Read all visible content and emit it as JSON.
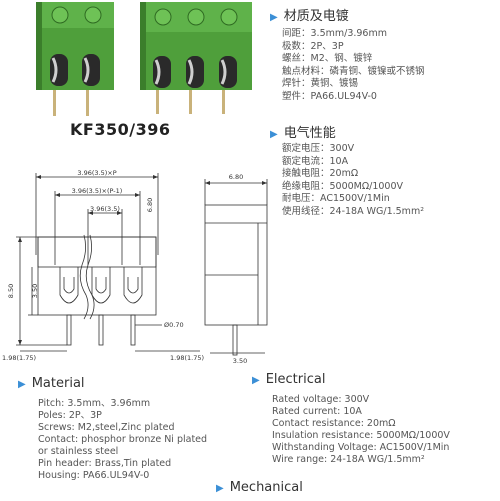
{
  "product": {
    "model": "KF350/396"
  },
  "material_zh": {
    "title": "材质及电镀",
    "lines": [
      "间距：3.5mm/3.96mm",
      "极数：2P、3P",
      "螺丝：M2、钢、镀锌",
      "触点材料：磷青铜、镀镍或不锈钢",
      "焊针：黄铜、镀锡",
      "塑件：PA66.UL94V-0"
    ]
  },
  "electrical_zh": {
    "title": "电气性能",
    "lines": [
      "额定电压：300V",
      "额定电流：10A",
      "接触电阻：20mΩ",
      "绝缘电阻：5000MΩ/1000V",
      "耐电压：AC1500V/1Min",
      "使用线径：24-18A WG/1.5mm²"
    ]
  },
  "drawing": {
    "dim_pitch_p": "3.96(3.5)×P",
    "dim_pitch_p1": "3.96(3.5)×(P-1)",
    "dim_pitch": "3.96(3.5)",
    "dim_height": "6.80",
    "dim_total_height": "8.50",
    "dim_pin": "3.50",
    "dim_pin_dia": "Ø0.70",
    "dim_edge_left": "1.98(1.75)",
    "dim_edge_right": "1.98(1.75)",
    "dim_side_width": "6.80",
    "dim_side_pin": "3.50"
  },
  "material_en": {
    "title": "Material",
    "lines": [
      "Pitch: 3.5mm、3.96mm",
      "Poles: 2P、3P",
      "Screws: M2,steel,Zinc plated",
      "Contact: phosphor bronze Ni plated",
      "            or stainless steel",
      "Pin header: Brass,Tin plated",
      "Housing: PA66.UL94V-0"
    ]
  },
  "electrical_en": {
    "title": "Electrical",
    "lines": [
      "Rated voltage: 300V",
      "Rated current: 10A",
      "Contact resistance: 20mΩ",
      "Insulation resistance: 5000MΩ/1000V",
      "Withstanding Voltage: AC1500V/1Min",
      "Wire range: 24-18A WG/1.5mm²"
    ]
  },
  "mechanical_en": {
    "title": "Mechanical"
  },
  "colors": {
    "housing": "#4f9f3b",
    "housing_dark": "#3b7e2b",
    "bullet": "#3b8fd6"
  }
}
